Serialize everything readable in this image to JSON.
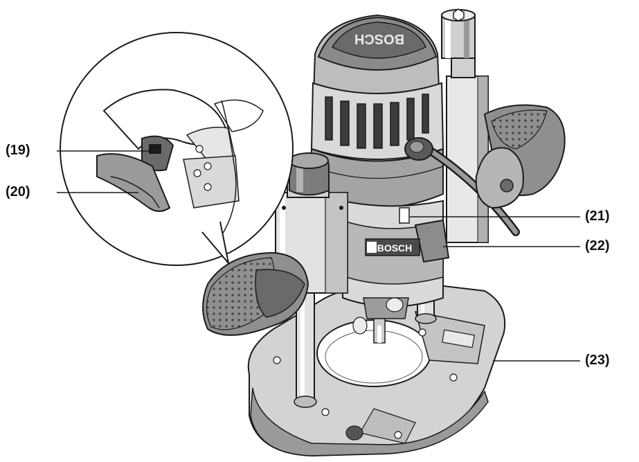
{
  "figure": {
    "brand_top": "BOSCH",
    "brand_collar": "BOSCH",
    "callouts": [
      {
        "id": "19",
        "label": "(19)"
      },
      {
        "id": "20",
        "label": "(20)"
      },
      {
        "id": "21",
        "label": "(21)"
      },
      {
        "id": "22",
        "label": "(22)"
      },
      {
        "id": "23",
        "label": "(23)"
      }
    ]
  },
  "colors": {
    "light_grey": "#d6d6d6",
    "mid_grey": "#a8a8a8",
    "dark_grey": "#6e6e6e",
    "darker_grey": "#4a4a4a",
    "outline": "#1a1a1a"
  }
}
